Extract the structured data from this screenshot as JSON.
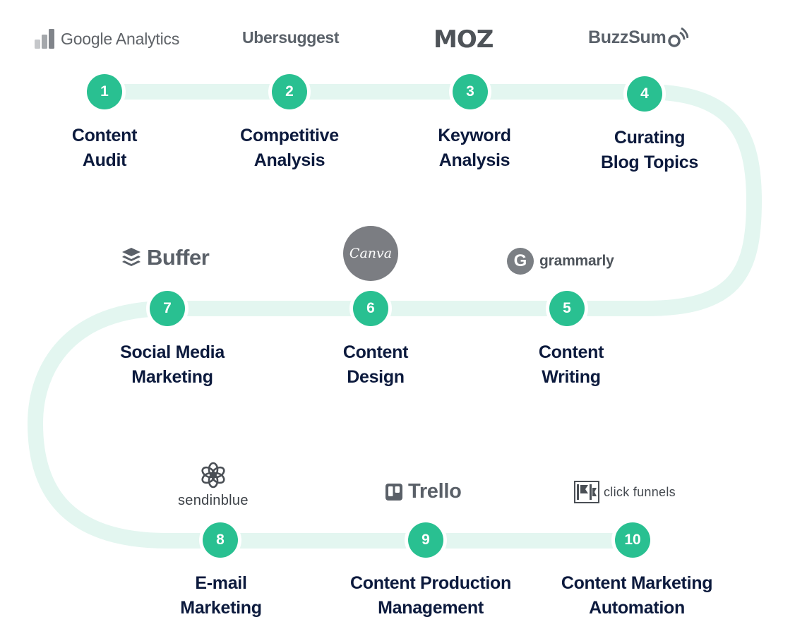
{
  "colors": {
    "path": "#e3f6f0",
    "accent": "#29c091",
    "label": "#0c1a3d",
    "logo_gray": "#5a6068"
  },
  "steps": [
    {
      "number": "1",
      "lines": [
        "Content",
        "Audit"
      ]
    },
    {
      "number": "2",
      "lines": [
        "Competitive",
        "Analysis"
      ]
    },
    {
      "number": "3",
      "lines": [
        "Keyword",
        "Analysis"
      ]
    },
    {
      "number": "4",
      "lines": [
        "Curating",
        "Blog Topics"
      ]
    },
    {
      "number": "5",
      "lines": [
        "Content",
        "Writing"
      ]
    },
    {
      "number": "6",
      "lines": [
        "Content",
        "Design"
      ]
    },
    {
      "number": "7",
      "lines": [
        "Social Media",
        "Marketing"
      ]
    },
    {
      "number": "8",
      "lines": [
        "E-mail",
        "Marketing"
      ]
    },
    {
      "number": "9",
      "lines": [
        "Content Production",
        "Management"
      ]
    },
    {
      "number": "10",
      "lines": [
        "Content Marketing",
        "Automation"
      ]
    }
  ],
  "logos": {
    "google_analytics": {
      "text": "Google Analytics",
      "icon": "bar-chart-icon"
    },
    "ubersuggest": {
      "text": "Ubersuggest"
    },
    "moz": {
      "text": "MOZ"
    },
    "buzzsumo": {
      "text": "BuzzSum",
      "icon": "signal-waves-icon"
    },
    "buffer": {
      "text": "Buffer",
      "icon": "stack-layers-icon"
    },
    "canva": {
      "text": "Canva"
    },
    "grammarly": {
      "text": "grammarly",
      "icon": "g-circle-icon"
    },
    "sendinblue": {
      "text": "sendinblue",
      "icon": "flower-knot-icon"
    },
    "trello": {
      "text": "Trello",
      "icon": "board-icon"
    },
    "clickfunnels": {
      "text": "click funnels",
      "icon": "funnel-flag-icon"
    }
  }
}
